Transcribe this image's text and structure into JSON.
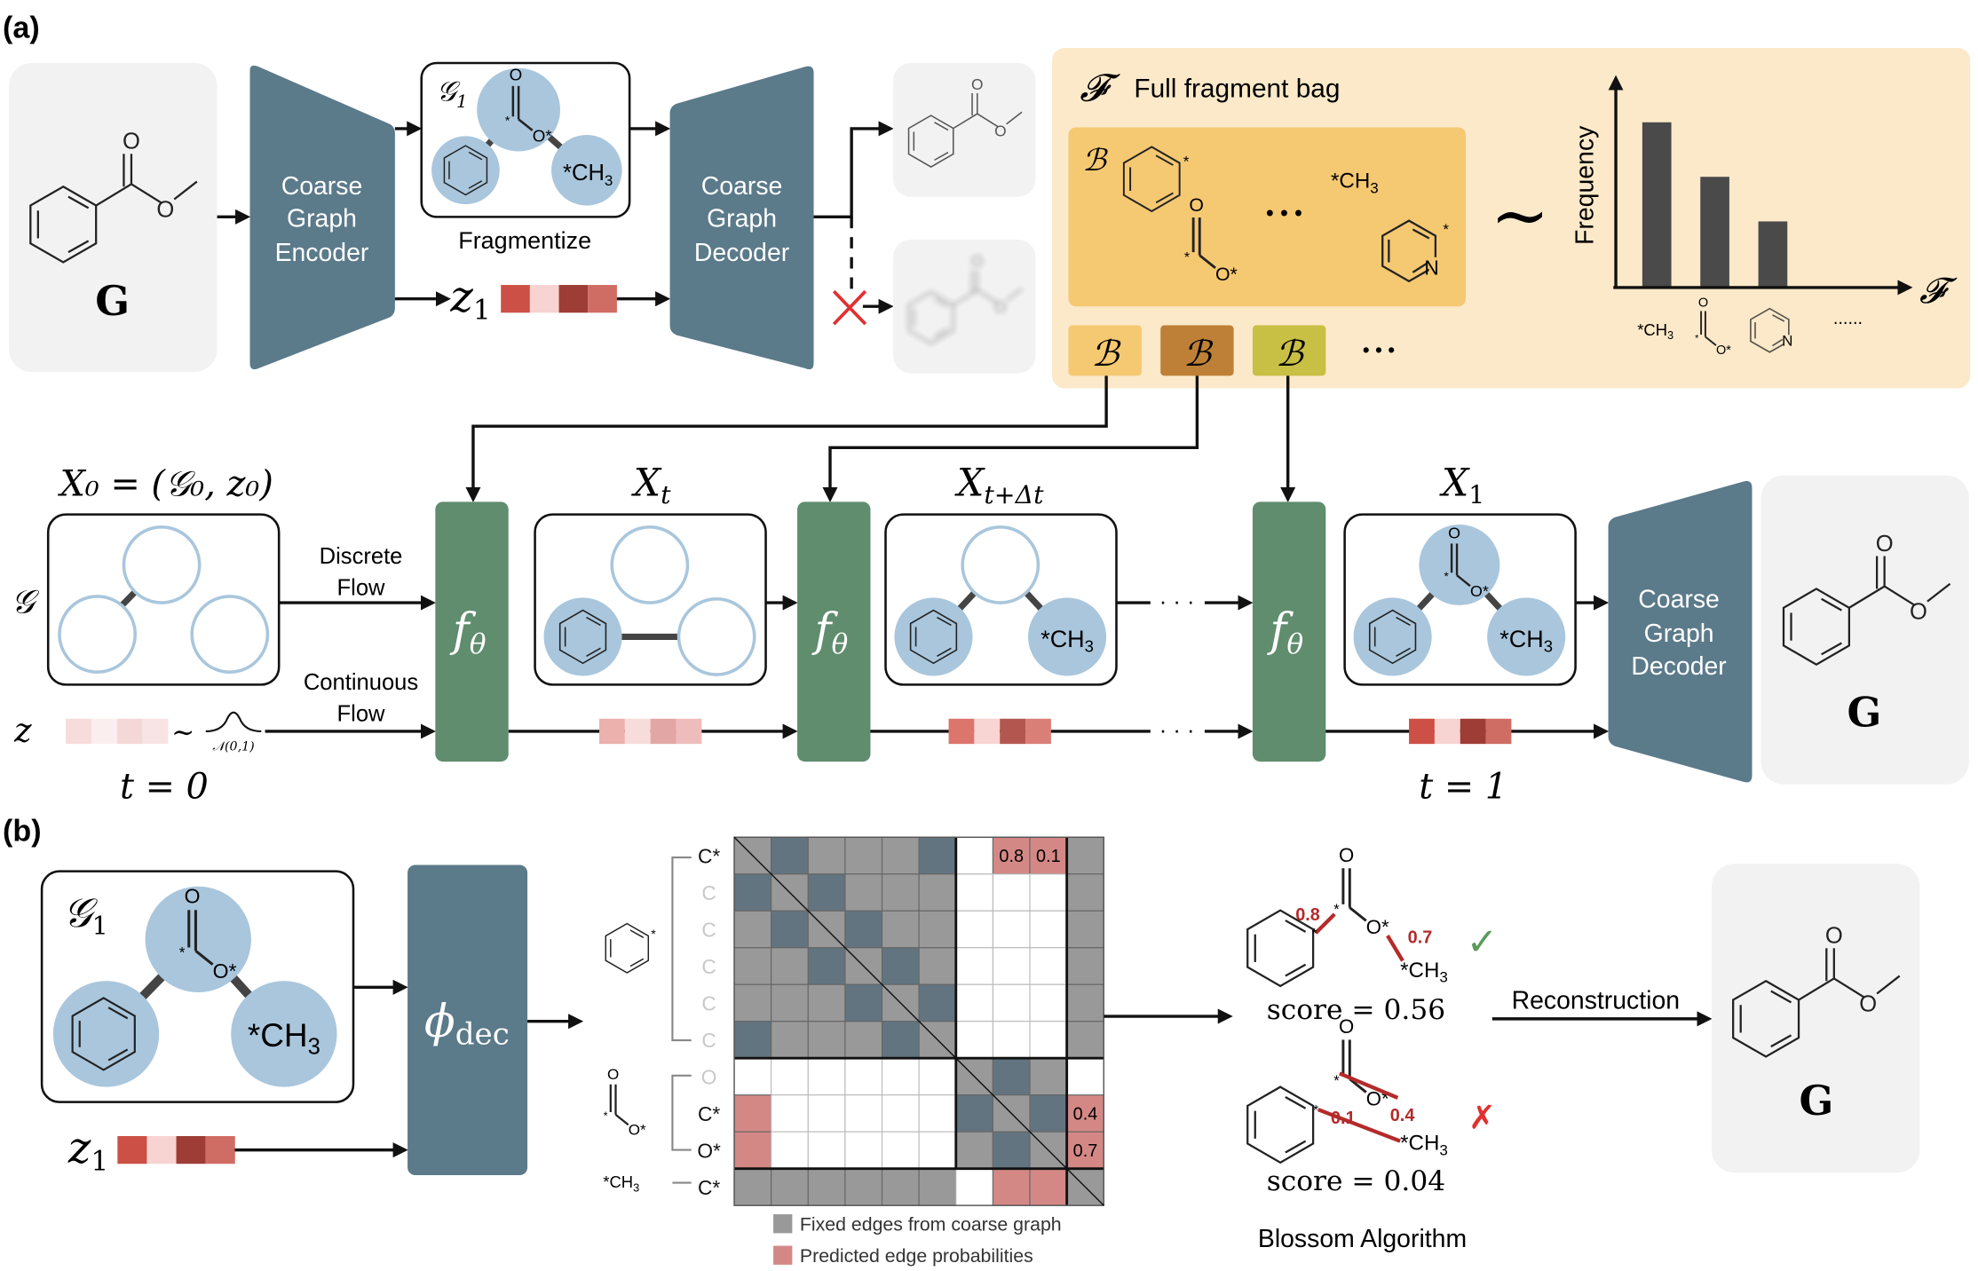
{
  "panel_a": {
    "label": "(a)",
    "input_graph_label": "G",
    "encoder": {
      "lines": [
        "Coarse",
        "Graph",
        "Encoder"
      ]
    },
    "coarse_graph_label": "𝒢",
    "coarse_graph_sub": "1",
    "fragmentize_label": "Fragmentize",
    "latent_label": "z",
    "latent_sub": "1",
    "latent_colors": [
      "#cc5045",
      "#f7d3d1",
      "#9e3c36",
      "#cf6c63"
    ],
    "decoder": {
      "lines": [
        "Coarse",
        "Graph",
        "Decoder"
      ]
    },
    "fragments": {
      "ch3": "*CH",
      "ch3_sub": "3",
      "o": "O",
      "o_star": "O*",
      "star": "*",
      "n": "N"
    },
    "fragment_bag": {
      "symbol": "𝓕",
      "title": "Full fragment bag",
      "bag_symbol": "ℬ",
      "ellipsis": "• • •",
      "bag_colors": [
        "#f5c872",
        "#bd8036",
        "#c8bf45"
      ],
      "more": "• • •"
    },
    "tilde": "∼",
    "histogram": {
      "ylabel": "Frequency",
      "xlabel": "𝓕",
      "relative_frequencies": [
        1.0,
        0.67,
        0.4
      ],
      "bar_color": "#4a4a4a",
      "more": "......"
    },
    "flow": {
      "x0": "X₀ = (𝒢₀, z₀)",
      "xt": "X",
      "xt_sub": "t",
      "xtdt_sub": "t+Δt",
      "x1_sub": "1",
      "graph_row_label": "𝒢",
      "latent_row_label": "z",
      "discrete_flow": [
        "Discrete",
        "Flow"
      ],
      "continuous_flow": [
        "Continuous",
        "Flow"
      ],
      "f_theta": "f",
      "f_theta_sub": "θ",
      "dots": "· · ·",
      "noise": "∼",
      "noise_label": "𝒩(0,1)",
      "t0": "t = 0",
      "t1": "t = 1",
      "z0_colors": [
        "#f7dcdc",
        "#fbeeee",
        "#f4d8d8",
        "#f8e4e4"
      ],
      "zt_colors": [
        "#ecb0ad",
        "#f8dcdc",
        "#e2a7a4",
        "#eebdbb"
      ],
      "ztdt_colors": [
        "#dc756c",
        "#f8d4d2",
        "#b45650",
        "#da7f78"
      ],
      "z1_colors": [
        "#cc5045",
        "#f7d3d1",
        "#9e3c36",
        "#cf6c63"
      ]
    },
    "output_graph_label": "G",
    "accent_colors": {
      "encoder": "#5b7a8a",
      "flow_block": "#5f8d6e",
      "node": "#a9c6dc",
      "bag_panel": "#fbe9c9"
    }
  },
  "panel_b": {
    "label": "(b)",
    "coarse_graph_label": "𝒢",
    "coarse_graph_sub": "1",
    "latent_label": "z",
    "latent_sub": "1",
    "decoder_label": "ϕ",
    "decoder_sub": "dec",
    "matrix": {
      "row_labels": [
        "C*",
        "C",
        "C",
        "C",
        "C",
        "C",
        "O",
        "C*",
        "O*",
        "C*"
      ],
      "row_label_active": [
        true,
        false,
        false,
        false,
        false,
        false,
        false,
        true,
        true,
        true
      ],
      "cells": [
        [
          "g",
          "d",
          "g",
          "g",
          "g",
          "d",
          "w",
          "p",
          "p",
          "g"
        ],
        [
          "d",
          "g",
          "d",
          "g",
          "g",
          "g",
          "w",
          "w",
          "w",
          "g"
        ],
        [
          "g",
          "d",
          "g",
          "d",
          "g",
          "g",
          "w",
          "w",
          "w",
          "g"
        ],
        [
          "g",
          "g",
          "d",
          "g",
          "d",
          "g",
          "w",
          "w",
          "w",
          "g"
        ],
        [
          "g",
          "g",
          "g",
          "d",
          "g",
          "d",
          "w",
          "w",
          "w",
          "g"
        ],
        [
          "d",
          "g",
          "g",
          "g",
          "d",
          "g",
          "w",
          "w",
          "w",
          "g"
        ],
        [
          "w",
          "w",
          "w",
          "w",
          "w",
          "w",
          "g",
          "d",
          "g",
          "w"
        ],
        [
          "p",
          "w",
          "w",
          "w",
          "w",
          "w",
          "d",
          "g",
          "d",
          "p"
        ],
        [
          "p",
          "w",
          "w",
          "w",
          "w",
          "w",
          "g",
          "d",
          "g",
          "p"
        ],
        [
          "g",
          "g",
          "g",
          "g",
          "g",
          "g",
          "w",
          "p",
          "p",
          "g"
        ]
      ],
      "cell_values": [
        {
          "row": 0,
          "col": 7,
          "value": "0.8"
        },
        {
          "row": 0,
          "col": 8,
          "value": "0.1"
        },
        {
          "row": 7,
          "col": 9,
          "value": "0.4"
        },
        {
          "row": 8,
          "col": 9,
          "value": "0.7"
        }
      ],
      "colors": {
        "g": "#999999",
        "d": "#62747f",
        "w": "#ffffff",
        "p": "#d48886"
      },
      "legend": [
        {
          "label": "Fixed edges from coarse graph",
          "color": "#999999"
        },
        {
          "label": "Predicted edge probabilities",
          "color": "#d48886"
        }
      ]
    },
    "candidates": [
      {
        "score": "score = 0.56",
        "edge_labels": [
          "0.8",
          "0.7"
        ],
        "mark": "✓",
        "mark_color": "#5a9a5a"
      },
      {
        "score": "score = 0.04",
        "edge_labels": [
          "0.1",
          "0.4"
        ],
        "mark": "✗",
        "mark_color": "#e03030"
      }
    ],
    "reconstruction_label": "Reconstruction",
    "blossom_label": "Blossom Algorithm",
    "output_graph_label": "G"
  }
}
